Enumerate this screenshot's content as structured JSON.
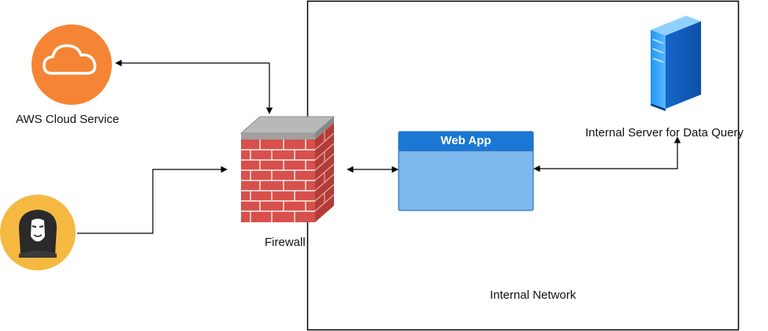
{
  "nodes": {
    "aws": {
      "label": "AWS Cloud Service",
      "icon": "cloud-icon",
      "color": "#F58534"
    },
    "attacker": {
      "icon": "anonymous-hacker-icon",
      "color": "#F5B942"
    },
    "firewall": {
      "label": "Firewall",
      "icon": "brick-firewall-icon",
      "color": "#C9423E"
    },
    "webapp": {
      "title": "Web App",
      "header_color": "#1B77D3",
      "body_color": "#7DB8EC"
    },
    "server": {
      "label": "Internal Server for Data Query",
      "icon": "server-tower-icon",
      "color": "#1E88F0"
    }
  },
  "network": {
    "label": "Internal Network"
  }
}
